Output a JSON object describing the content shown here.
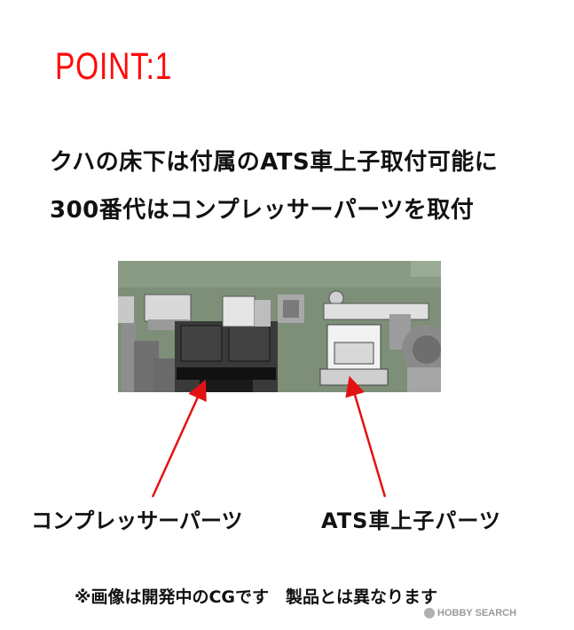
{
  "title": "POINT:1",
  "description": {
    "line1": "クハの床下は付属のATS車上子取付可能に",
    "line2": "300番代はコンプレッサーパーツを取付"
  },
  "labels": {
    "compressor": "コンプレッサーパーツ",
    "ats": "ATS車上子パーツ"
  },
  "note": "※画像は開発中のCGです　製品とは異なります",
  "watermark": "HOBBY SEARCH",
  "colors": {
    "title": "#ff0a0a",
    "arrow": "#e31212",
    "underfloor": "#7d8f78"
  }
}
